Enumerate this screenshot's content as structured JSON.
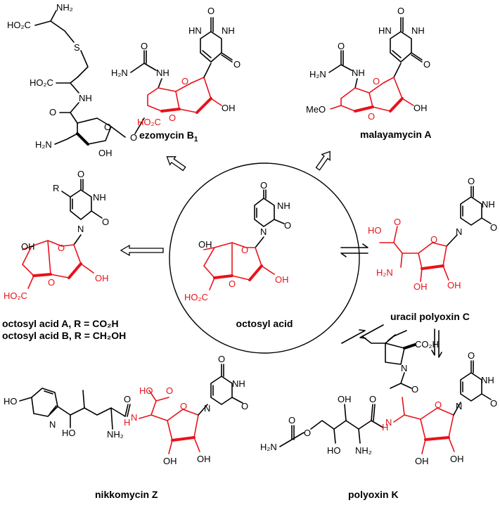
{
  "compounds": {
    "ezomycin": {
      "name": "ezomycin B",
      "sub": "1"
    },
    "malayamycin": {
      "name": "malayamycin A"
    },
    "octosyl_center": {
      "name": "octosyl acid"
    },
    "octosyl_ab": {
      "line1": "octosyl acid A, R = CO₂H",
      "line2": "octosyl acid B, R = CH₂OH"
    },
    "uracil_polyoxin": {
      "name": "uracil polyoxin C"
    },
    "nikkomycin": {
      "name": "nikkomycin Z"
    },
    "polyoxin": {
      "name": "polyoxin K"
    }
  },
  "atoms": {
    "nh2": "NH₂",
    "h2n": "H₂N",
    "s": "S",
    "ho2c": "HO₂C",
    "co2h": "CO₂H",
    "nh": "NH",
    "hn": "HN",
    "n": "N",
    "o": "O",
    "oh": "OH",
    "ho": "HO",
    "meo": "MeO",
    "r": "R",
    "h": "H"
  },
  "colors": {
    "highlight": "#e8121a",
    "ink": "#000000"
  }
}
